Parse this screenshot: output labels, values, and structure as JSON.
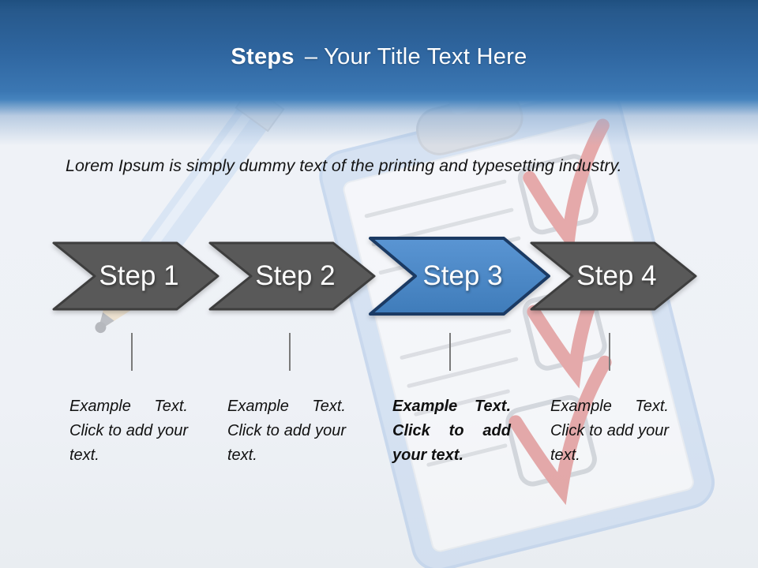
{
  "slide": {
    "title": {
      "lead": "Steps",
      "rest": "– Your Title Text Here"
    },
    "intro": "Lorem Ipsum is simply dummy text of the printing and typesetting industry.",
    "steps": [
      {
        "label": "Step 1",
        "description": "Example Text. Click to add your text.",
        "active": false
      },
      {
        "label": "Step 2",
        "description": "Example Text. Click to add your text.",
        "active": false
      },
      {
        "label": "Step 3",
        "description": "Example Text. Click to add your text.",
        "active": true
      },
      {
        "label": "Step 4",
        "description": "Example Text. Click to add your text.",
        "active": false
      }
    ],
    "colors": {
      "header_blue_top": "#27598c",
      "header_blue_bottom": "#4583bd",
      "arrow_gray": "#595959",
      "arrow_gray_border": "#3e3e3e",
      "arrow_active_blue": "#4a86c5",
      "arrow_active_border": "#1b3a63",
      "connector_gray": "#7a7a7a",
      "check_red": "#d9534f"
    },
    "background_art": [
      "clipboard-icon",
      "pencil-icon",
      "checkmark-icon"
    ]
  }
}
